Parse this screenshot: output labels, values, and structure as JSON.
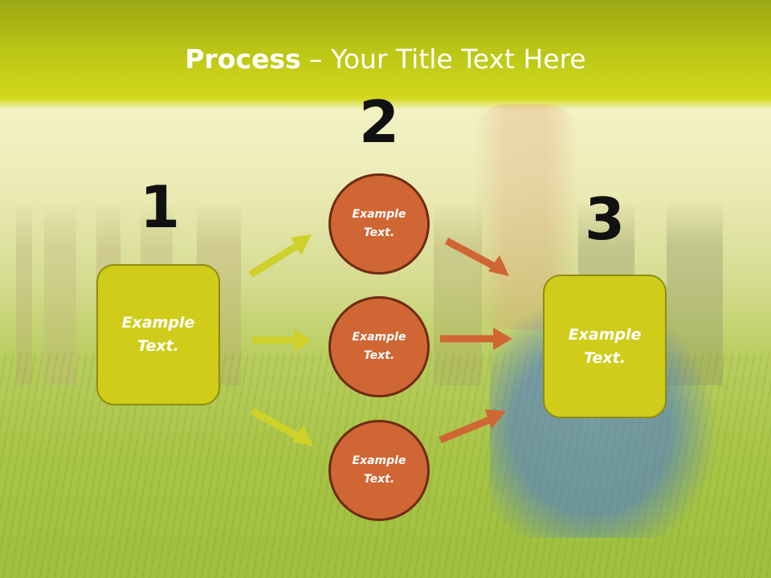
{
  "title": {
    "bold": "Process",
    "rest": " – Your Title Text Here"
  },
  "steps": {
    "one": "1",
    "two": "2",
    "three": "3"
  },
  "nodes": {
    "box1": "Example\nText.",
    "circle_top": "Example\nText.",
    "circle_middle": "Example\nText.",
    "circle_bottom": "Example\nText.",
    "box3": "Example\nText."
  },
  "colors": {
    "accent_yellow": "#cfcc1a",
    "accent_orange": "#cf6633",
    "arrow_yellow": "#cfd12a",
    "arrow_orange": "#cf6633"
  }
}
